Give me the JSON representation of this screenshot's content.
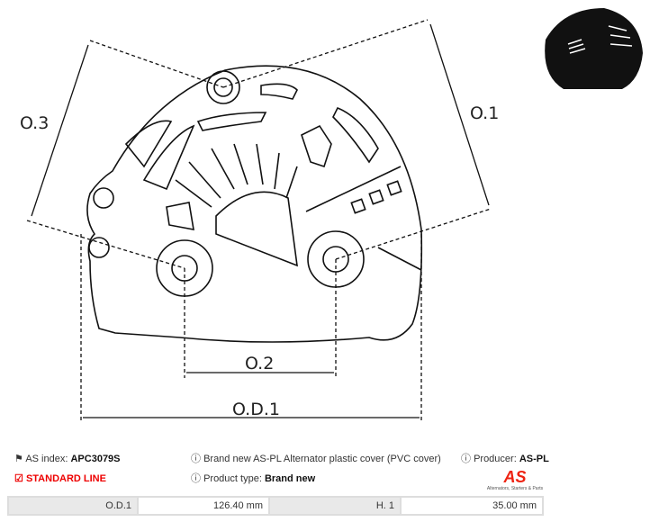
{
  "dimensions": {
    "o1": "O.1",
    "o3": "O.3",
    "o2": "O.2",
    "od1": "O.D.1"
  },
  "info": {
    "as_index_label": "AS index:",
    "as_index_value": "APC3079S",
    "standard_line": "STANDARD LINE",
    "description": "Brand new AS-PL Alternator plastic cover (PVC cover)",
    "product_type_label": "Product type:",
    "product_type_value": "Brand new",
    "producer_label": "Producer:",
    "producer_value": "AS-PL"
  },
  "logo": {
    "text": "AS",
    "tagline": "Alternators, Starters & Parts"
  },
  "specs": [
    {
      "key": "O.D.1",
      "value": "126.40 mm"
    },
    {
      "key": "H. 1",
      "value": "35.00 mm"
    }
  ],
  "colors": {
    "accent": "#e00000"
  }
}
